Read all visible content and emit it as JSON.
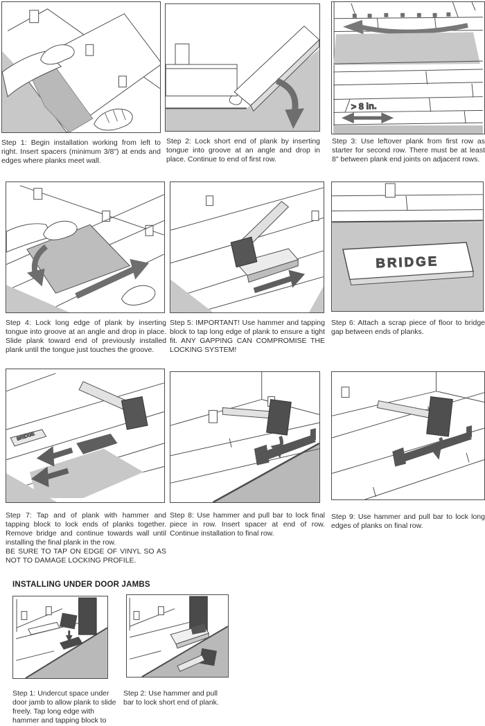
{
  "page": {
    "background": "#ffffff"
  },
  "colors": {
    "line": "#4d4d4d",
    "underlayment_gray": "#c8c8c8",
    "tool_dark": "#4f4f4f",
    "arrow_gray": "#6e6e6e",
    "text": "#2e2e2e"
  },
  "main_steps": [
    {
      "caption": "Step 1: Begin installation working from left to right. Insert spacers (minimum 3/8\") at ends and edges where planks meet wall.",
      "figure": "hands-placing-plank-with-spacers"
    },
    {
      "caption": "Step 2: Lock short end of plank by inserting tongue into groove at an angle and drop in place. Continue to end of first row.",
      "figure": "plank-angled-into-groove-arrow-down"
    },
    {
      "caption": "Step 3: Use leftover plank from first row as starter for second row. There must be at least 8\" between plank end joints on adjacent rows.",
      "figure": "rows-with-offset-joints-arrow-left"
    },
    {
      "caption": "Step 4: Lock long edge of plank by inserting tongue into groove at an angle and drop in place. Slide plank toward end of previously installed plank until the tongue just touches the groove.",
      "figure": "hands-sliding-plank-arrows"
    },
    {
      "caption": "Step 5: IMPORTANT! Use hammer and tapping block to tap long edge of plank to ensure a tight fit. ANY GAPPING CAN COMPROMISE THE LOCKING SYSTEM!",
      "figure": "mallet-and-tapping-block"
    },
    {
      "caption": "Step 6: Attach a scrap piece of floor to bridge gap between ends of planks.",
      "figure": "bridge-plank-over-gap"
    },
    {
      "caption": "Step 7: Tap and of plank with hammer and tapping block to lock ends of planks together. Remove bridge and continue towards wall until installing the final plank in the row.\nBE SURE TO TAP ON EDGE OF VINYL SO AS NOT TO DAMAGE LOCKING PROFILE.",
      "figure": "mallet-tapping-block-arrows-left"
    },
    {
      "caption": "Step 8: Use hammer and pull bar to lock final piece in row. Insert spacer at end of row. Continue installation to final row.",
      "figure": "hammer-and-pull-bar-end-of-row"
    },
    {
      "caption": "Step 9: Use hammer and pull bar to lock long edges of planks on final row.",
      "figure": "hammer-and-pull-bar-final-row"
    }
  ],
  "door_jamb_section": {
    "heading": "INSTALLING UNDER DOOR JAMBS",
    "steps": [
      {
        "caption": "Step 1: Undercut space under door jamb to allow plank to slide freely. Tap long edge with hammer and tapping block to",
        "figure": "door-jamb-mallet-tapping-block"
      },
      {
        "caption": "Step 2: Use hammer and pull bar to lock short end of plank.",
        "figure": "door-jamb-hammer-pull-bar"
      }
    ]
  },
  "figure_text": {
    "offset_label": "> 8 in.",
    "bridge_label": "BRIDGE",
    "bridge_small_label": "BRIDGE"
  }
}
